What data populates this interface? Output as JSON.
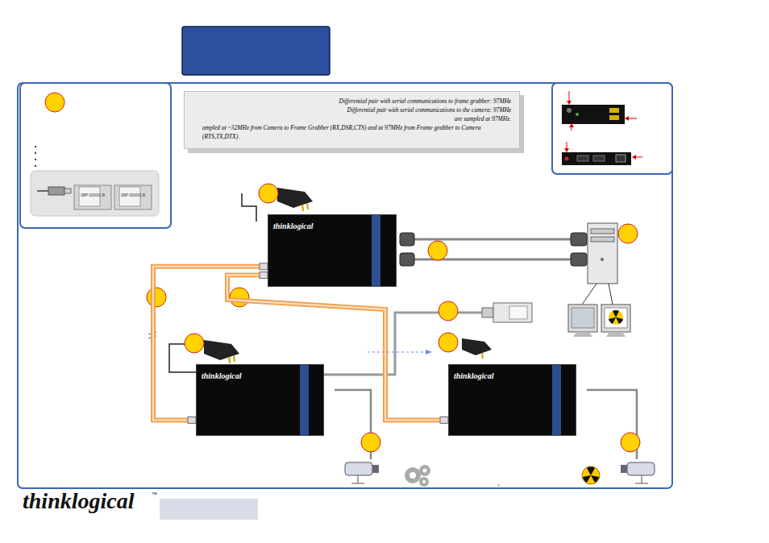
{
  "diagram": {
    "nodes": [
      {
        "text": [
          "Differential pair with serial communications to frame grabber: 97MHz",
          "Differential pair with serial communications to the camera: 97MHz",
          "are sampled at 97MHz.",
          "ampled at ~32MHz from Camera to Frame Grabber (RX,DSR,CTS) and at 97MHz from Frame grabber to Camera (RTS,TX,DTX)."
        ]
      },
      {
        "text": [
          "thinklogical"
        ]
      },
      {
        "text": [
          "thinklogical"
        ]
      },
      {
        "text": [
          "thinklogical"
        ]
      }
    ],
    "edges": [
      {
        "from": 1,
        "to": 2,
        "arrow": "none"
      },
      {
        "from": 1,
        "to": 3,
        "arrow": "none"
      }
    ],
    "labels": [
      "SBP-000001-B",
      "SBP-000001-B",
      "thinklogical",
      "™",
      "°"
    ]
  }
}
